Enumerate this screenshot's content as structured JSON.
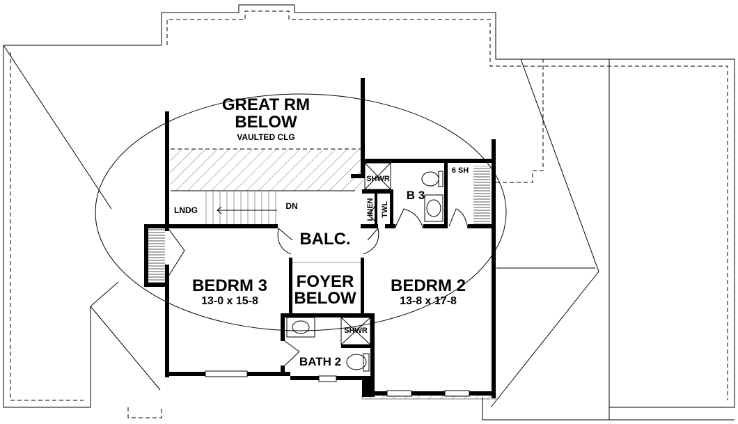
{
  "plan": {
    "great_room": {
      "name": "GREAT RM",
      "line2": "BELOW",
      "note": "VAULTED CLG"
    },
    "landing": "LNDG",
    "stair": "DN",
    "balcony": "BALC.",
    "foyer": {
      "name": "FOYER",
      "line2": "BELOW"
    },
    "bedroom3": {
      "name": "BEDRM 3",
      "size": "13-0 x 15-8"
    },
    "bedroom2": {
      "name": "BEDRM 2",
      "size": "13-8 x 17-8"
    },
    "bath2": "BATH 2",
    "bath3": "B 3",
    "shower_b3": "SHWR",
    "shower_b2": "SHWR",
    "linen": "LINEN",
    "towel": "TWL",
    "shelf": "6 SH"
  }
}
